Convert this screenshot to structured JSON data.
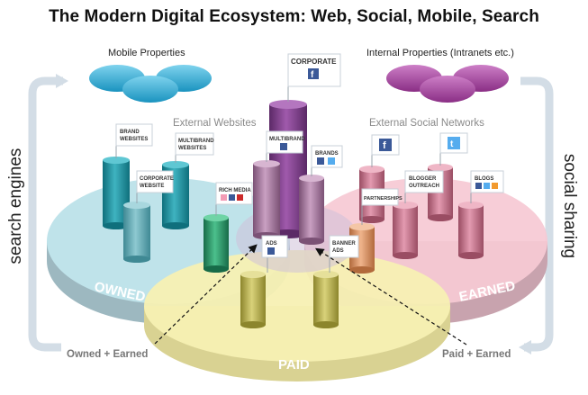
{
  "title": "The Modern Digital Ecosystem: Web, Social, Mobile, Search",
  "side_labels": {
    "left": "search engines",
    "right": "social sharing"
  },
  "group_labels": {
    "mobile": "Mobile Properties",
    "internal": "Internal Properties (Intranets etc.)",
    "external_websites": "External Websites",
    "external_social": "External Social Networks"
  },
  "circle_labels": {
    "owned": "OWNED",
    "earned": "EARNED",
    "paid": "PAID"
  },
  "corner_labels": {
    "owned_earned": "Owned + Earned",
    "paid_earned": "Paid + Earned"
  },
  "flags": {
    "corporate": "CORPORATE",
    "brand_websites": [
      "BRAND",
      "WEBSITES"
    ],
    "multibrand_websites": [
      "MULTIBRAND",
      "WEBSITES"
    ],
    "corporate_website": [
      "CORPORATE",
      "WEBSITE"
    ],
    "rich_media": "RICH MEDIA",
    "multibrand": "MULTIBRAND",
    "brands": "BRANDS",
    "ads": "ADS",
    "banner_ads": [
      "BANNER",
      "ADS"
    ],
    "partnerships": "PARTNERSHIPS",
    "blogger_outreach": [
      "BLOGGER",
      "OUTREACH"
    ],
    "blogs": "BLOGS"
  },
  "icons": [
    "facebook-icon",
    "twitter-icon",
    "youtube-icon",
    "rss-icon",
    "flickr-icon",
    "blogger-icon"
  ],
  "colors": {
    "owned": "#bfe3ea",
    "earned": "#f6c9d4",
    "paid": "#f7f0b3",
    "teal": "#1a8f9c",
    "purple": "#7a3d86",
    "mauve": "#a7799f",
    "pink": "#c46e86",
    "green": "#2a9a6a",
    "olive": "#b9b14a",
    "orange": "#d89060",
    "mobile_blue": "#34b0d6",
    "internal_purple": "#a6449f"
  }
}
